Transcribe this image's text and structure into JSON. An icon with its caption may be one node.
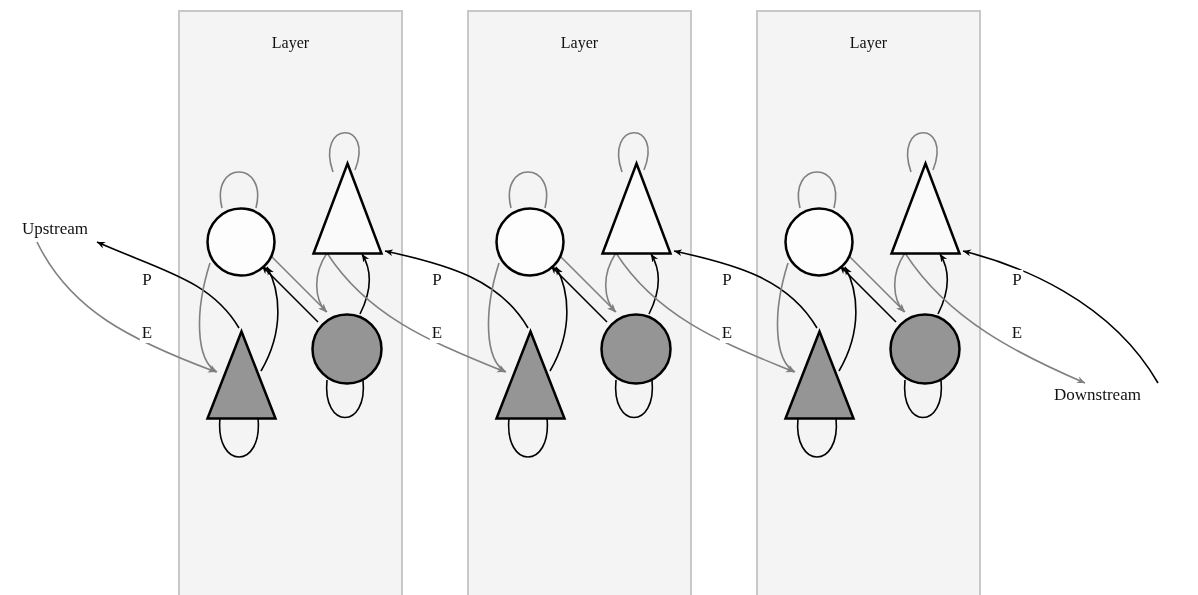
{
  "diagram": {
    "nodes": [
      {
        "text": [
          "Upstream"
        ]
      },
      {
        "text": [
          "Layer"
        ]
      },
      {
        "text": [],
        "shape": "circle",
        "in": 1
      },
      {
        "text": [],
        "shape": "triangle",
        "in": 1
      },
      {
        "text": [],
        "shape": "triangle",
        "in": 1
      },
      {
        "text": [],
        "shape": "circle",
        "in": 1
      },
      {
        "text": [
          "Layer"
        ]
      },
      {
        "text": [],
        "shape": "circle",
        "in": 6
      },
      {
        "text": [],
        "shape": "triangle",
        "in": 6
      },
      {
        "text": [],
        "shape": "triangle",
        "in": 6
      },
      {
        "text": [],
        "shape": "circle",
        "in": 6
      },
      {
        "text": [
          "Layer"
        ]
      },
      {
        "text": [],
        "shape": "circle",
        "in": 11
      },
      {
        "text": [],
        "shape": "triangle",
        "in": 11
      },
      {
        "text": [],
        "shape": "triangle",
        "in": 11
      },
      {
        "text": [],
        "shape": "circle",
        "in": 11
      },
      {
        "text": [
          "Downstream"
        ]
      }
    ],
    "edges": [
      {
        "from": 0,
        "to": 4,
        "arrow": "to",
        "label": "E",
        "color": "#808080"
      },
      {
        "from": 4,
        "to": 0,
        "arrow": "to",
        "label": "P",
        "color": "#000000"
      },
      {
        "from": 2,
        "to": 2,
        "arrow": "none",
        "color": "#808080"
      },
      {
        "from": 3,
        "to": 3,
        "arrow": "none",
        "color": "#808080"
      },
      {
        "from": 4,
        "to": 4,
        "arrow": "none",
        "color": "#000000"
      },
      {
        "from": 5,
        "to": 5,
        "arrow": "none",
        "color": "#000000"
      },
      {
        "from": 2,
        "to": 4,
        "arrow": "to",
        "color": "#808080"
      },
      {
        "from": 4,
        "to": 2,
        "arrow": "to",
        "color": "#000000"
      },
      {
        "from": 2,
        "to": 5,
        "arrow": "to",
        "color": "#808080"
      },
      {
        "from": 5,
        "to": 2,
        "arrow": "to",
        "color": "#000000"
      },
      {
        "from": 3,
        "to": 5,
        "arrow": "to",
        "color": "#808080"
      },
      {
        "from": 5,
        "to": 3,
        "arrow": "to",
        "color": "#000000"
      },
      {
        "from": 3,
        "to": 9,
        "arrow": "to",
        "label": "E",
        "color": "#808080"
      },
      {
        "from": 9,
        "to": 3,
        "arrow": "to",
        "label": "P",
        "color": "#000000"
      },
      {
        "from": 7,
        "to": 7,
        "arrow": "none",
        "color": "#808080"
      },
      {
        "from": 8,
        "to": 8,
        "arrow": "none",
        "color": "#808080"
      },
      {
        "from": 9,
        "to": 9,
        "arrow": "none",
        "color": "#000000"
      },
      {
        "from": 10,
        "to": 10,
        "arrow": "none",
        "color": "#000000"
      },
      {
        "from": 7,
        "to": 9,
        "arrow": "to",
        "color": "#808080"
      },
      {
        "from": 9,
        "to": 7,
        "arrow": "to",
        "color": "#000000"
      },
      {
        "from": 7,
        "to": 10,
        "arrow": "to",
        "color": "#808080"
      },
      {
        "from": 10,
        "to": 7,
        "arrow": "to",
        "color": "#000000"
      },
      {
        "from": 8,
        "to": 10,
        "arrow": "to",
        "color": "#808080"
      },
      {
        "from": 10,
        "to": 8,
        "arrow": "to",
        "color": "#000000"
      },
      {
        "from": 8,
        "to": 14,
        "arrow": "to",
        "label": "E",
        "color": "#808080"
      },
      {
        "from": 14,
        "to": 8,
        "arrow": "to",
        "label": "P",
        "color": "#000000"
      },
      {
        "from": 12,
        "to": 12,
        "arrow": "none",
        "color": "#808080"
      },
      {
        "from": 13,
        "to": 13,
        "arrow": "none",
        "color": "#808080"
      },
      {
        "from": 14,
        "to": 14,
        "arrow": "none",
        "color": "#000000"
      },
      {
        "from": 15,
        "to": 15,
        "arrow": "none",
        "color": "#000000"
      },
      {
        "from": 12,
        "to": 14,
        "arrow": "to",
        "color": "#808080"
      },
      {
        "from": 14,
        "to": 12,
        "arrow": "to",
        "color": "#000000"
      },
      {
        "from": 12,
        "to": 15,
        "arrow": "to",
        "color": "#808080"
      },
      {
        "from": 15,
        "to": 12,
        "arrow": "to",
        "color": "#000000"
      },
      {
        "from": 13,
        "to": 15,
        "arrow": "to",
        "color": "#808080"
      },
      {
        "from": 15,
        "to": 13,
        "arrow": "to",
        "color": "#000000"
      },
      {
        "from": 13,
        "to": 16,
        "arrow": "to",
        "label": "E",
        "color": "#808080"
      },
      {
        "from": 16,
        "to": 13,
        "arrow": "to",
        "label": "P",
        "color": "#000000"
      }
    ]
  }
}
